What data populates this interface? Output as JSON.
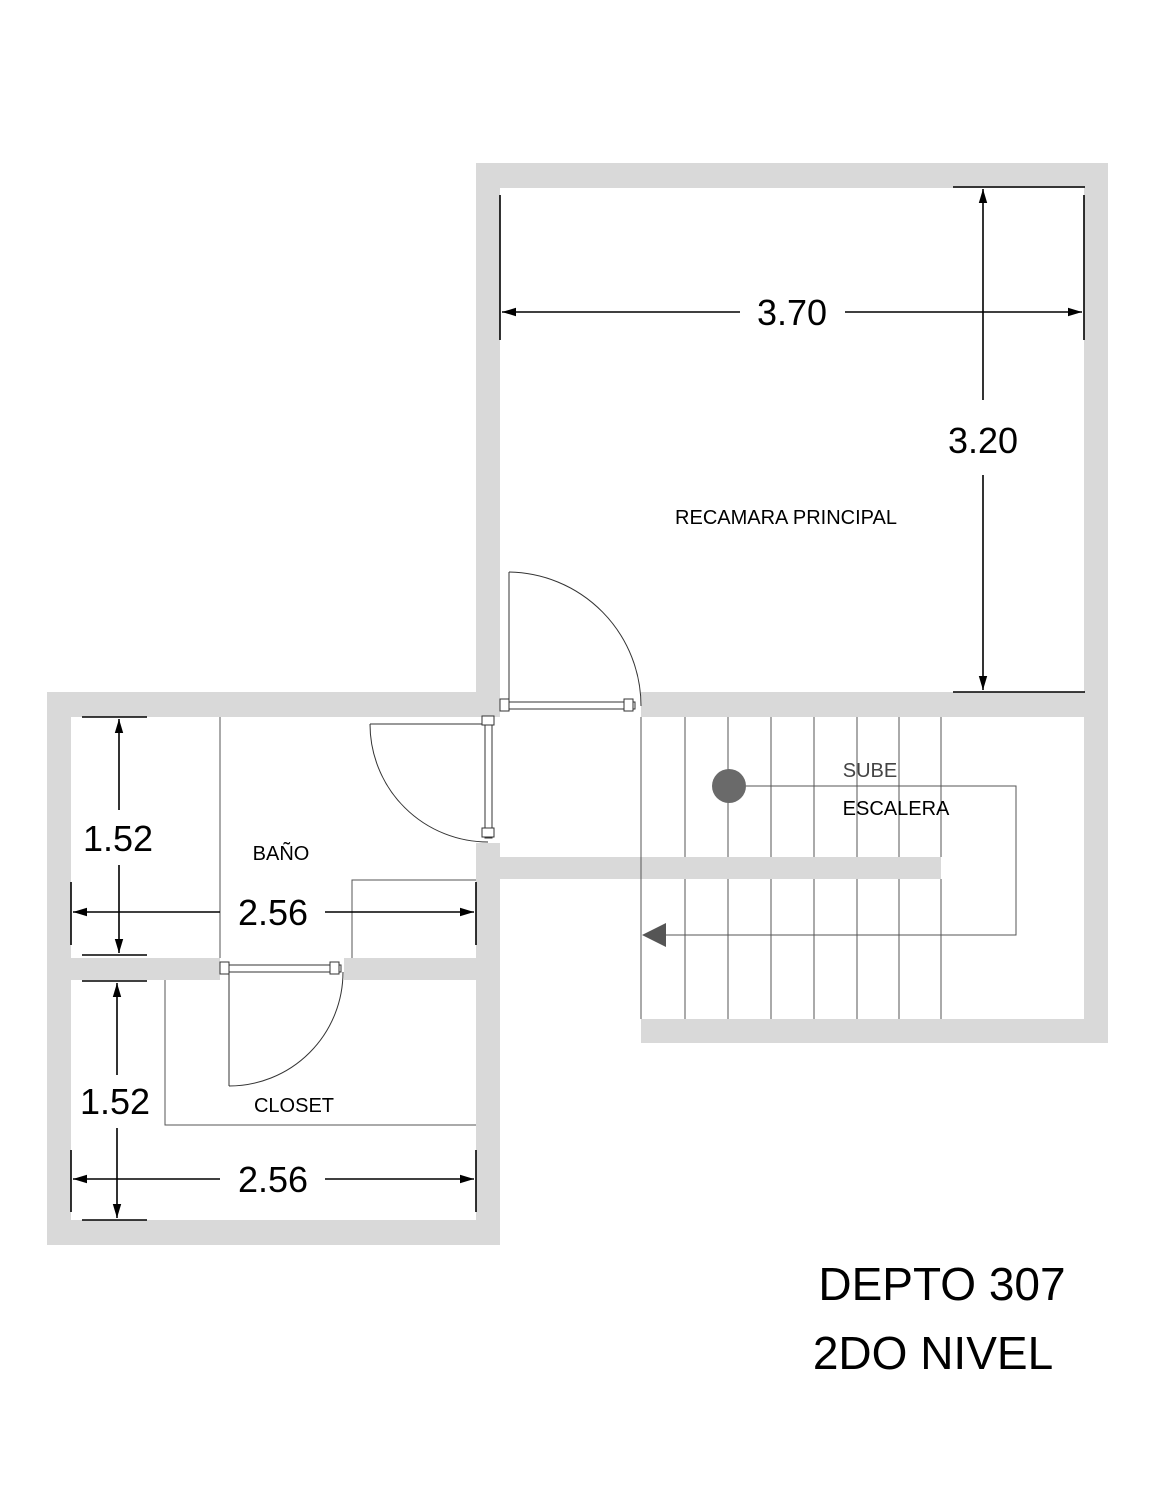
{
  "rooms": {
    "recamara": "RECAMARA PRINCIPAL",
    "bano": "BAÑO",
    "closet": "CLOSET",
    "stairs_up": "SUBE",
    "stairs": "ESCALERA"
  },
  "dimensions": {
    "recamara_width": "3.70",
    "recamara_depth": "3.20",
    "bano_height": "1.52",
    "bano_width": "2.56",
    "closet_height": "1.52",
    "closet_width": "2.56"
  },
  "title": {
    "line1": "DEPTO 307",
    "line2": "2DO NIVEL"
  },
  "colors": {
    "wall": "#d9d9d9",
    "lines": "#000000"
  }
}
